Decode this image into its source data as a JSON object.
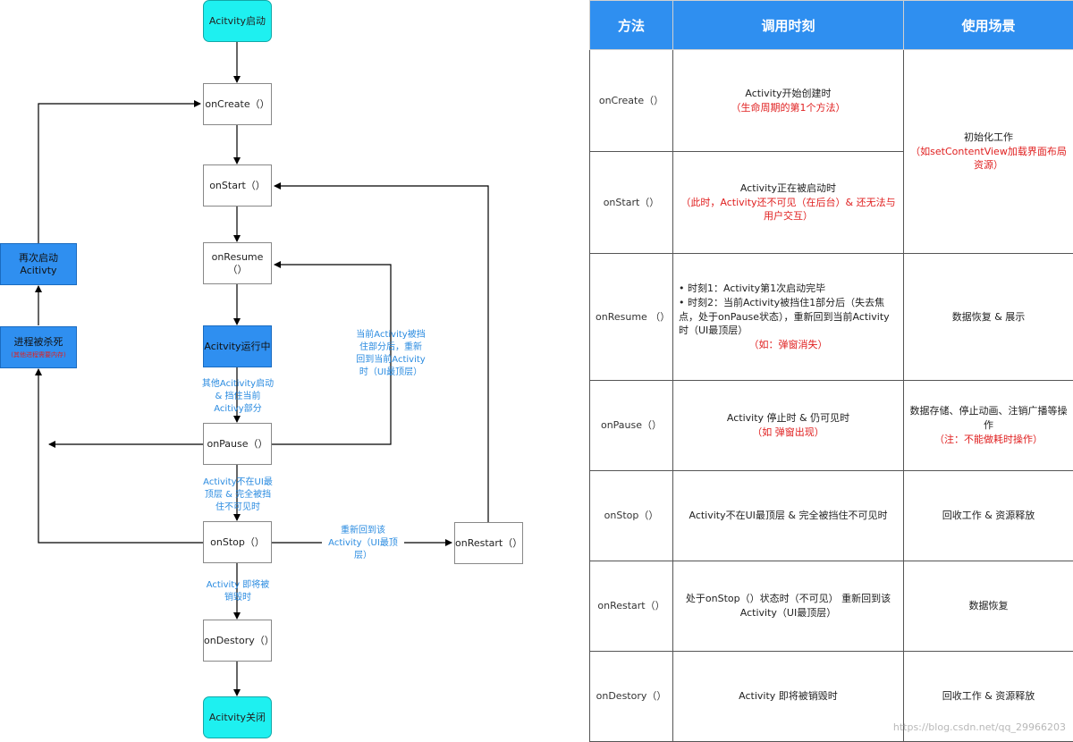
{
  "diagram": {
    "nodes": {
      "start": "Acitvity启动",
      "oncreate": "onCreate（）",
      "onstart": "onStart（）",
      "onresume": "onResume （）",
      "running": "Acitvity运行中",
      "onpause": "onPause（）",
      "onstop": "onStop（）",
      "onrestart": "onRestart（）",
      "ondestroy": "onDestory（）",
      "end": "Acitvity关闭",
      "restart_again": "再次启动Acitivty",
      "killed": "进程被杀死",
      "killed_sub": "(其他进程需要内存)"
    },
    "labels": {
      "running_to_pause": "其他Acitivity启动\n& 挡住当前\nAcitivy部分",
      "pause_to_resume": "当前Activity被挡\n住部分后，重新\n回到当前Activity\n时（UI最顶层）",
      "pause_to_stop": "Activity不在UI最\n顶层 & 完全被挡\n住不可见时",
      "stop_to_restart": "重新回到该\nActivity（UI最顶\n层）",
      "stop_to_destroy": "Activity 即将被\n销毁时"
    }
  },
  "table": {
    "headers": [
      "方法",
      "调用时刻",
      "使用场景"
    ],
    "rows": [
      {
        "method": "onCreate（）",
        "timing": "Activity开始创建时",
        "timing_note": "（生命周期的第1个方法）"
      },
      {
        "method": "onStart（）",
        "timing": "Activity正在被启动时",
        "timing_note": "（此时，Activity还不可见（在后台）& 还无法与用户交互）"
      },
      {
        "method": "onResume （）",
        "timing_bullet1": "• 时刻1：Activity第1次启动完毕",
        "timing_bullet2": "• 时刻2：当前Activity被挡住1部分后（失去焦点，处于onPause状态），重新回到当前Activity时（UI最顶层）",
        "timing_note": "（如：弹窗消失）",
        "usage": "数据恢复 & 展示"
      },
      {
        "method": "onPause（）",
        "timing": "Activity 停止时 & 仍可见时",
        "timing_note": "（如 弹窗出现）",
        "usage": "数据存储、停止动画、注销广播等操作",
        "usage_note": "（注：不能做耗时操作）"
      },
      {
        "method": "onStop（）",
        "timing": "Activity不在UI最顶层 & 完全被挡住不可见时",
        "usage": "回收工作 & 资源释放"
      },
      {
        "method": "onRestart（）",
        "timing": "处于onStop（）状态时（不可见） 重新回到该Activity（UI最顶层）",
        "usage": "数据恢复"
      },
      {
        "method": "onDestory（）",
        "timing": "Activity 即将被销毁时",
        "usage": "回收工作 & 资源释放"
      }
    ],
    "merged_usage": "初始化工作",
    "merged_usage_note": "（如setContentView加载界面布局资源）"
  },
  "watermark": "https://blog.csdn.net/qq_29966203"
}
